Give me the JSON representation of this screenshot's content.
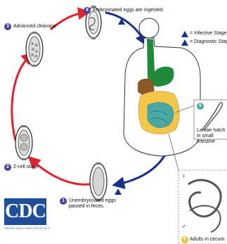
{
  "stages": {
    "s1": {
      "num": "1",
      "text": "Unembryonated eggs passed in feces."
    },
    "s2": {
      "num": "2",
      "text": "2-cell stage"
    },
    "s3": {
      "num": "3",
      "text": "Advanced cleavage"
    },
    "s4": {
      "num": "4",
      "text": "Embryonated eggs are ingested."
    },
    "s5": {
      "num": "5",
      "text": "Larvae hatch in small intestine"
    },
    "s6": {
      "num": "6",
      "text": "Adults in cecum"
    }
  },
  "legend": {
    "infective": "= Infective Stage",
    "diagnostic": "= Diagnostic Stage",
    "infective_mark": "i",
    "diagnostic_mark": "d"
  },
  "sex_symbols": {
    "female": "♀",
    "male": "♂"
  },
  "logo": {
    "text": "CDC",
    "tagline": "SAFER·HEALTHIER·PEOPLE™"
  },
  "colors": {
    "red_arrow": "#e0242b",
    "blue_arrow": "#1a2f86",
    "badge_purple": "#4a3e9a",
    "badge_yellow": "#f2c230",
    "badge_teal": "#4ba3a8",
    "stomach_green": "#1f8a3a",
    "intestine_yellow": "#f5c64a",
    "colon_teal": "#49a9a7",
    "liver_brown": "#8b5a2b"
  }
}
